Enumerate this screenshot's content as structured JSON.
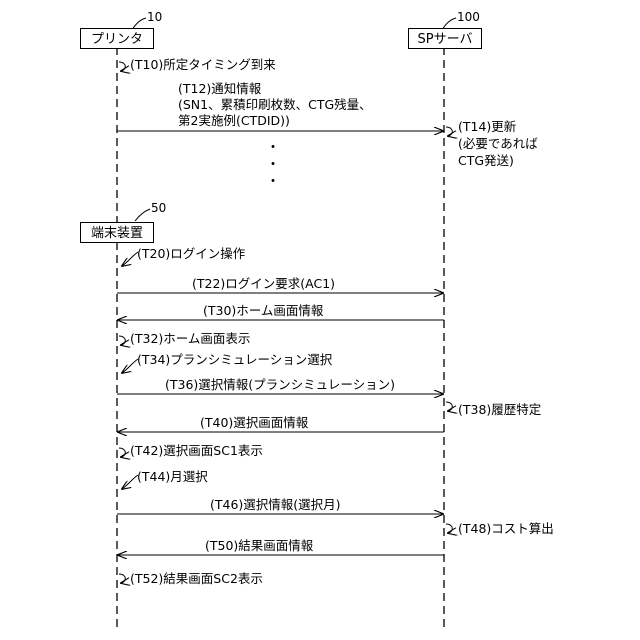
{
  "entities": {
    "printer": {
      "label": "プリンタ",
      "ref": "10"
    },
    "sp_server": {
      "label": "SPサーバ",
      "ref": "100"
    },
    "terminal": {
      "label": "端末装置",
      "ref": "50"
    }
  },
  "steps": {
    "t10": "(T10)所定タイミング到来",
    "t12_l1": "(T12)通知情報",
    "t12_l2": "(SN1、累積印刷枚数、CTG残量、",
    "t12_l3": "第2実施例(CTDID))",
    "t14_l1": "(T14)更新",
    "t14_l2": "(必要であれば",
    "t14_l3": "CTG発送)",
    "t20": "(T20)ログイン操作",
    "t22": "(T22)ログイン要求(AC1)",
    "t30": "(T30)ホーム画面情報",
    "t32": "(T32)ホーム画面表示",
    "t34": "(T34)プランシミュレーション選択",
    "t36": "(T36)選択情報(プランシミュレーション)",
    "t38": "(T38)履歴特定",
    "t40": "(T40)選択画面情報",
    "t42": "(T42)選択画面SC1表示",
    "t44": "(T44)月選択",
    "t46": "(T46)選択情報(選択月)",
    "t48": "(T48)コスト算出",
    "t50": "(T50)結果画面情報",
    "t52": "(T52)結果画面SC2表示"
  },
  "ellipsis": "・"
}
